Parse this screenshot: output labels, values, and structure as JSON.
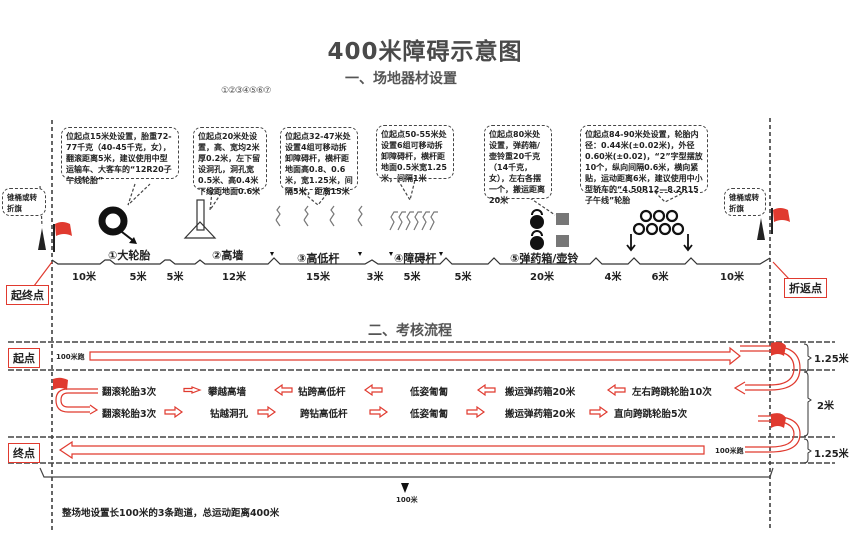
{
  "title": "400米障碍示意图",
  "section1": {
    "heading": "一、场地器材设置",
    "circled_numbers": "①②③④⑤⑥⑦",
    "cone_flag_label_left": "锥桶或转折旗",
    "cone_flag_label_right": "锥桶或转折旗",
    "start_end_label": "起终点",
    "turnaround_label": "折返点",
    "callouts": [
      {
        "id": "tire",
        "text": "位起点15米处设置，胎重72-77千克（40-45千克，女），翻滚距离5米，建议使用中型运输车、大客车的“12R20子午线轮胎”"
      },
      {
        "id": "wall",
        "text": "位起点20米处设置，高、宽均2米厚0.2米，左下留设洞孔，洞孔宽0.5米、高0.4米下缘距地面0.6米"
      },
      {
        "id": "hurdles",
        "text": "位起点32-47米处设置4组可移动拆卸障碍杆，横杆距地面高0.8、0.6米，宽1.25米，间隔5米，距离15米"
      },
      {
        "id": "crawl",
        "text": "位起点50-55米处设置6组可移动拆卸障碍杆，横杆距地面0.5米宽1.25米，间隔1米"
      },
      {
        "id": "ammo",
        "text": "位起点80米处设置，弹药箱/壶铃重20千克（14千克，女），左右各摆一个，搬运距离20米"
      },
      {
        "id": "tires",
        "text": "位起点84-90米处设置，轮胎内径：0.44米(±0.02米)，外径0.60米(±0.02)，“2”字型摆放10个，纵向间隔0.6米，横向紧贴，运动距离6米，建议使用中小型轿车的“4.50R12—8.2R15子午线”轮胎"
      }
    ],
    "obstacles": [
      {
        "num": "①",
        "name": "大轮胎"
      },
      {
        "num": "②",
        "name": "高墙"
      },
      {
        "num": "③",
        "name": "高低杆"
      },
      {
        "num": "④",
        "name": "障碍杆"
      },
      {
        "num": "⑤",
        "name": "弹药箱/壶铃"
      }
    ],
    "distances": [
      "10米",
      "5米",
      "5米",
      "12米",
      "15米",
      "3米",
      "5米",
      "5米",
      "20米",
      "4米",
      "6米",
      "10米"
    ]
  },
  "section2": {
    "heading": "二、考核流程",
    "start_label": "起点",
    "end_label": "终点",
    "lane1_run": "100米跑",
    "lane3_run": "100米跑",
    "row_upper": [
      "左右跨跳轮胎10次",
      "搬运弹药箱20米",
      "低姿匍匐",
      "钻跨高低杆",
      "攀越高墙",
      "翻滚轮胎3次"
    ],
    "row_lower": [
      "翻滚轮胎3次",
      "钻越洞孔",
      "跨钻高低杆",
      "低姿匍匐",
      "搬运弹药箱20米",
      "直向跨跳轮胎5次"
    ],
    "dims": [
      "1.25米",
      "2米",
      "1.25米"
    ],
    "length_label": "100米",
    "footnote": "整场地设置长100米的3条跑道，总运动距离400米"
  },
  "colors": {
    "accent_red": "#e03a2f",
    "text": "#222222",
    "heading_gray": "#4a4a4a"
  }
}
